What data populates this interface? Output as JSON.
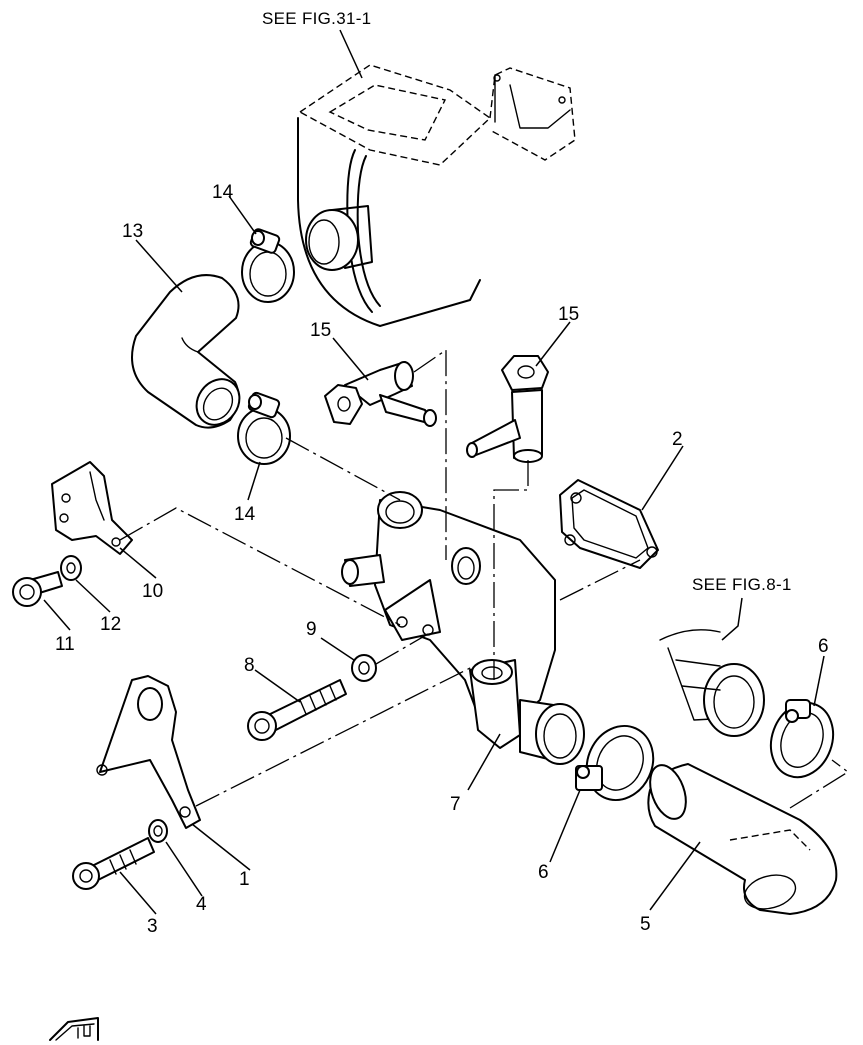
{
  "references": {
    "fig_31_1": "SEE FIG.31-1",
    "fig_8_1": "SEE FIG.8-1"
  },
  "part_numbers": {
    "p1": "1",
    "p2": "2",
    "p3": "3",
    "p4": "4",
    "p5": "5",
    "p6a": "6",
    "p6b": "6",
    "p7": "7",
    "p8": "8",
    "p9": "9",
    "p10": "10",
    "p11": "11",
    "p12": "12",
    "p13": "13",
    "p14a": "14",
    "p14b": "14",
    "p15a": "15",
    "p15b": "15"
  },
  "icons": {
    "corner_logo": "manual-book-icon"
  }
}
